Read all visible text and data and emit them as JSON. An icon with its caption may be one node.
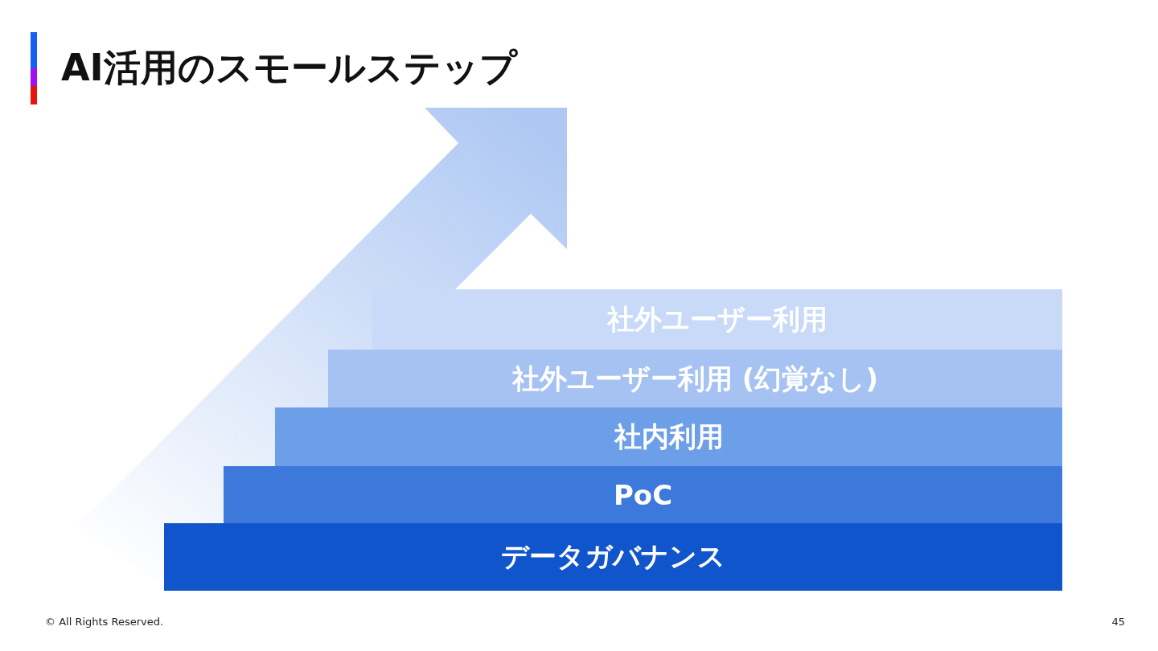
{
  "diagram": {
    "title": "AI活用のスモールステップ",
    "nodes": [
      {
        "text": [
          "社外ユーザー利用"
        ]
      },
      {
        "text": [
          "社外ユーザー利用 (幻覚なし)"
        ]
      },
      {
        "text": [
          "社内利用"
        ]
      },
      {
        "text": [
          "PoC"
        ]
      },
      {
        "text": [
          "データガバナンス"
        ]
      }
    ],
    "labels": [
      "© All Rights Reserved.",
      "45"
    ]
  }
}
